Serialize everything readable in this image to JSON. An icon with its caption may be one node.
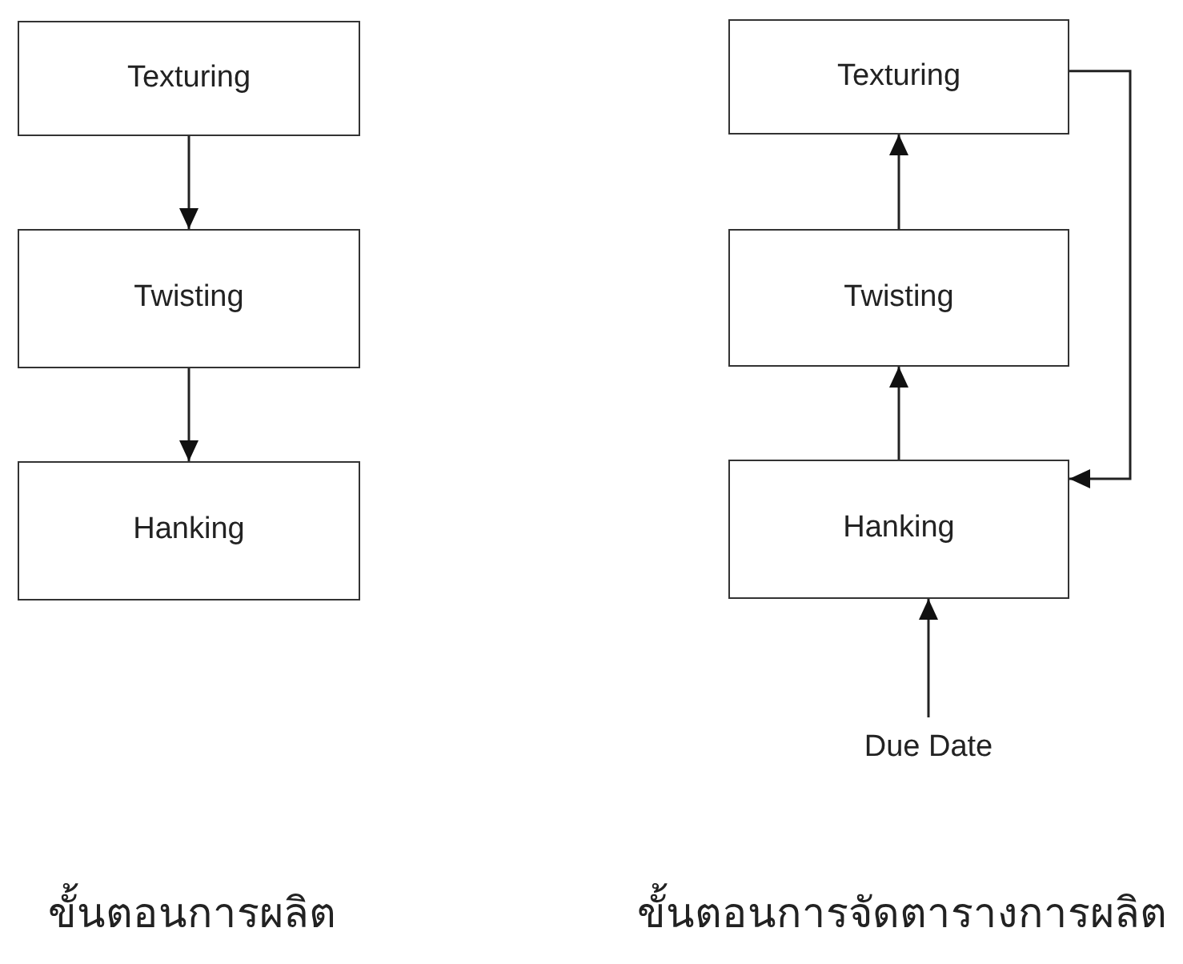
{
  "diagram": {
    "nodes": [
      {
        "text": [
          "Texturing"
        ]
      },
      {
        "text": [
          "Twisting"
        ]
      },
      {
        "text": [
          "Hanking"
        ]
      },
      {
        "text": [
          "Texturing"
        ]
      },
      {
        "text": [
          "Twisting"
        ]
      },
      {
        "text": [
          "Hanking"
        ]
      },
      {
        "text": [
          "Due Date"
        ]
      }
    ],
    "edges": [
      {
        "from": 0,
        "to": 1,
        "arrow": "to"
      },
      {
        "from": 1,
        "to": 2,
        "arrow": "to"
      },
      {
        "from": 5,
        "to": 4,
        "arrow": "to"
      },
      {
        "from": 4,
        "to": 3,
        "arrow": "to"
      },
      {
        "from": 3,
        "to": 5,
        "arrow": "to"
      },
      {
        "from": 6,
        "to": 5,
        "arrow": "to"
      }
    ],
    "labels": [
      "ขั้นตอนการผลิต",
      "ขั้นตอนการจัดตารางการผลิต"
    ]
  }
}
